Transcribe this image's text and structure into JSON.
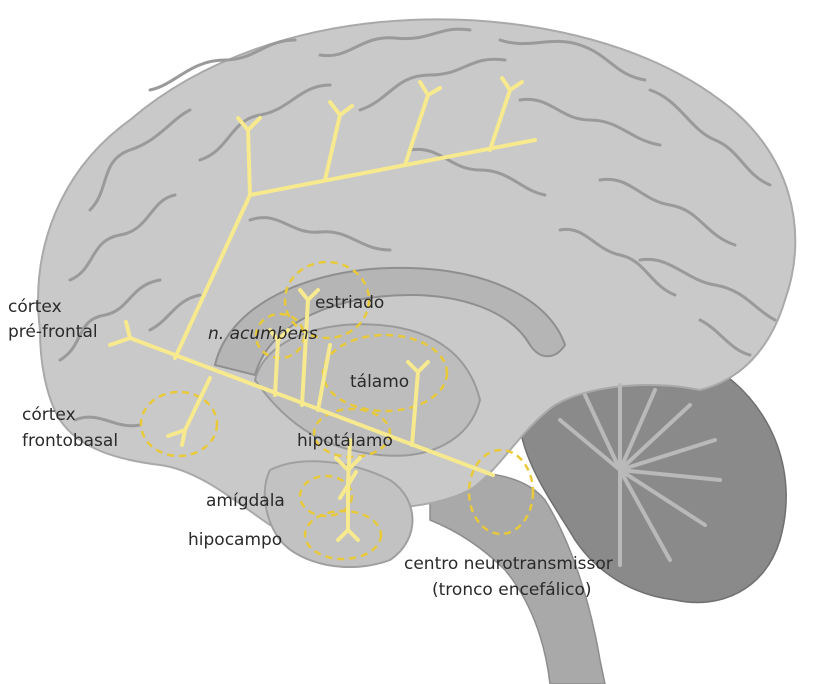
{
  "labels": {
    "cortex_prefrontal_1": "córtex",
    "cortex_prefrontal_2": "pré-frontal",
    "cortex_frontobasal_1": "córtex",
    "cortex_frontobasal_2": "frontobasal",
    "estriado": "estriado",
    "n_acumbens": "n. acumbens",
    "talamo": "tálamo",
    "hipotalamo": "hipotálamo",
    "amigdala": "amígdala",
    "hipocampo": "hipocampo",
    "centro_1": "centro neurotransmissor",
    "centro_2": "(tronco encefálico)"
  },
  "colors": {
    "pathway": "#f7e98e",
    "region_outline": "#e8c93a",
    "brain_fill": "#c9c9c9",
    "brain_shadow": "#9d9d9d",
    "sulci": "#8f8f8f",
    "inner_structure": "#b9b9b9",
    "cerebellum": "#7d7d7d",
    "brainstem": "#a8a8a8"
  }
}
